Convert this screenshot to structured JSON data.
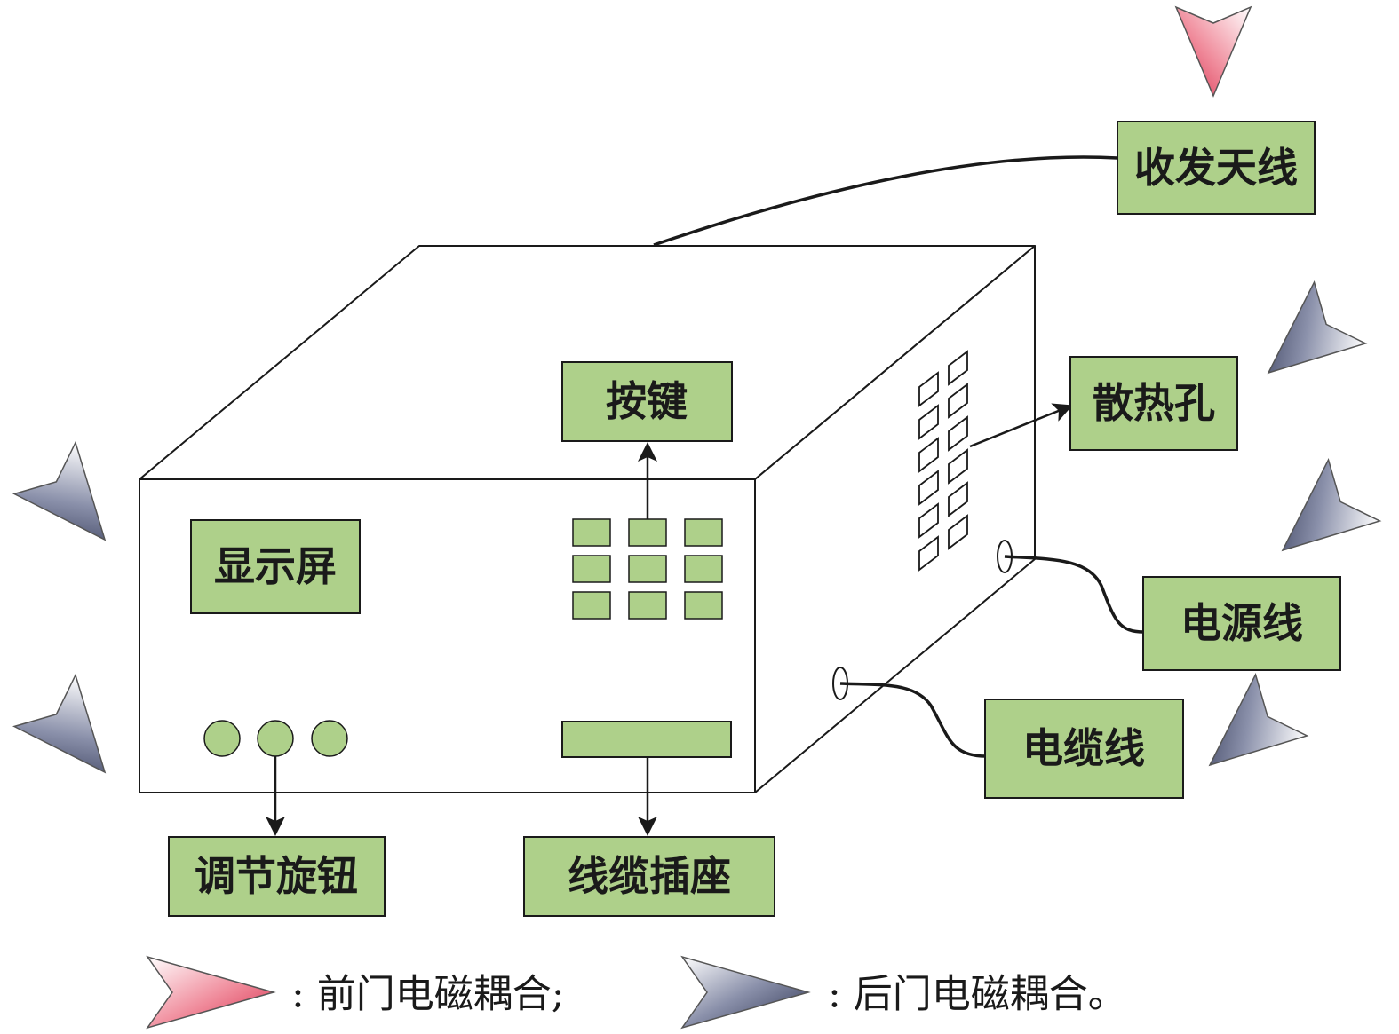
{
  "labels": {
    "antenna": "收发天线",
    "buttons": "按键",
    "vents": "散热孔",
    "display": "显示屏",
    "power_cord": "电源线",
    "cable": "电缆线",
    "knobs": "调节旋钮",
    "cable_socket": "线缆插座"
  },
  "legend": {
    "front_door": ": 前门电磁耦合;",
    "back_door": ": 后门电磁耦合。"
  },
  "colors": {
    "label_fill": "#aed08a",
    "front_door_arrow": "#e8506a",
    "back_door_arrow": "#3e4566",
    "outline": "#1a1a1a"
  }
}
